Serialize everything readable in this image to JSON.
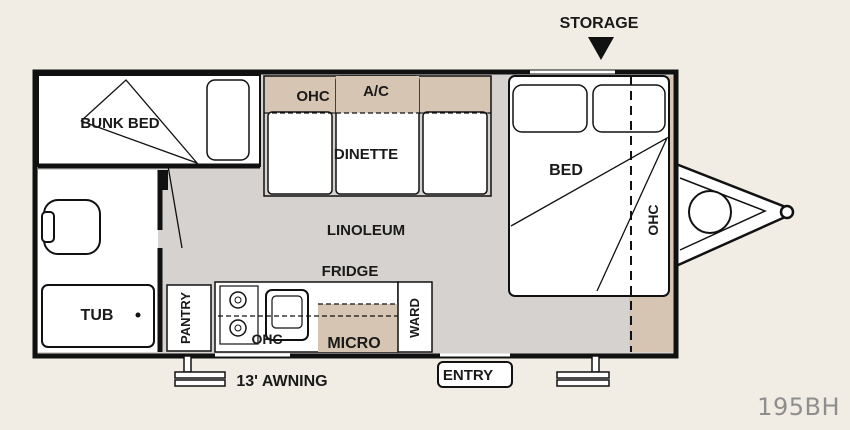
{
  "floorplan": {
    "model": "195BH",
    "labels": {
      "storage": "STORAGE",
      "bunk_bed": "BUNK BED",
      "ohc_top": "OHC",
      "ac": "A/C",
      "dinette": "DINETTE",
      "bed": "BED",
      "ohc_side": "OHC",
      "linoleum": "LINOLEUM",
      "fridge": "FRIDGE",
      "tub": "TUB",
      "pantry": "PANTRY",
      "ohc_kitchen": "OHC",
      "micro": "MICRO",
      "ward": "WARD",
      "awning": "13' AWNING",
      "entry": "ENTRY"
    }
  },
  "colors": {
    "background": "#f1ede4",
    "floor": "#d5d2cf",
    "cabinet": "#d6c5b2",
    "wall": "#111111",
    "white": "#ffffff"
  }
}
